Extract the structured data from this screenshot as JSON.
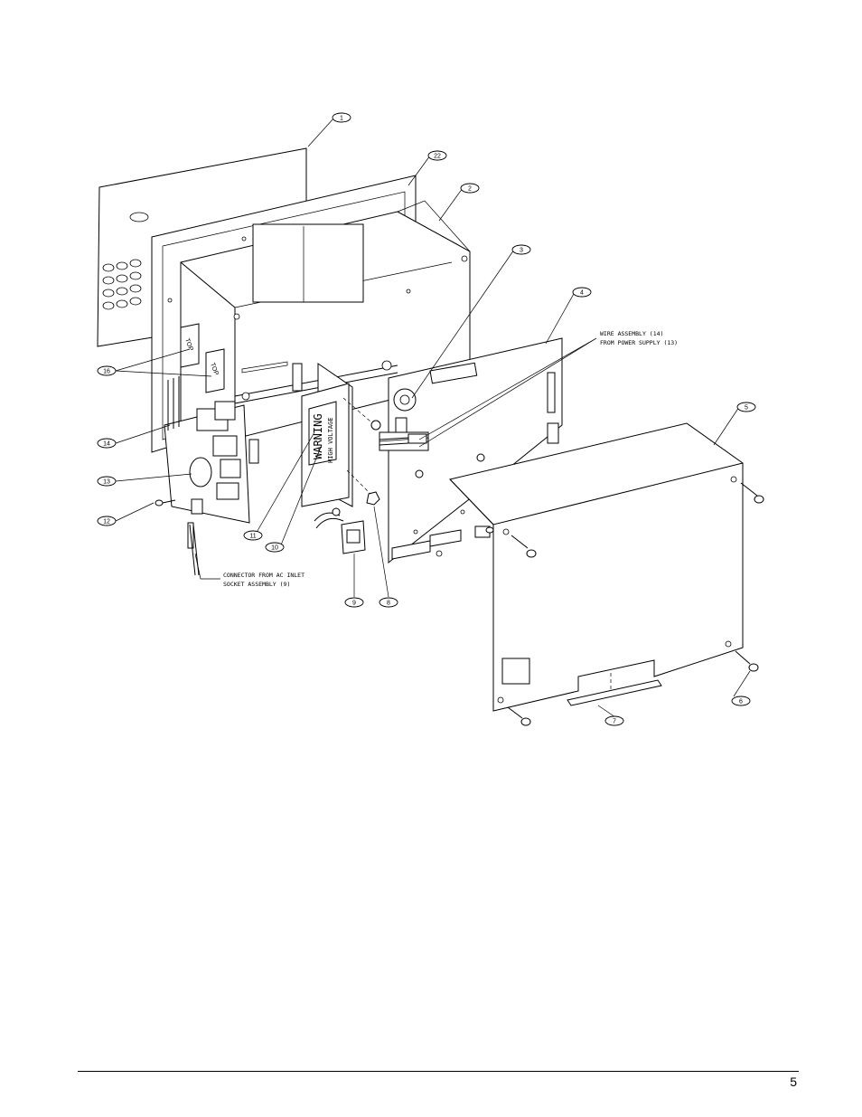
{
  "balloons": [
    {
      "id": "balloon-1",
      "label": "1"
    },
    {
      "id": "balloon-22",
      "label": "22"
    },
    {
      "id": "balloon-2",
      "label": "2"
    },
    {
      "id": "balloon-3",
      "label": "3"
    },
    {
      "id": "balloon-4",
      "label": "4"
    },
    {
      "id": "balloon-5",
      "label": "5"
    },
    {
      "id": "balloon-16",
      "label": "16"
    },
    {
      "id": "balloon-14",
      "label": "14"
    },
    {
      "id": "balloon-13",
      "label": "13"
    },
    {
      "id": "balloon-12",
      "label": "12"
    },
    {
      "id": "balloon-11",
      "label": "11"
    },
    {
      "id": "balloon-10",
      "label": "10"
    },
    {
      "id": "balloon-9",
      "label": "9"
    },
    {
      "id": "balloon-8",
      "label": "8"
    },
    {
      "id": "balloon-6",
      "label": "6"
    },
    {
      "id": "balloon-7",
      "label": "7"
    }
  ],
  "notes": {
    "wire_line1": "WIRE ASSEMBLY (14)",
    "wire_line2": "FROM POWER SUPPLY (13)",
    "connector_line1": "CONNECTOR FROM AC INLET",
    "connector_line2": "SOCKET ASSEMBLY (9)"
  },
  "labels": {
    "top_1": "TOP",
    "top_2": "TOP",
    "warning": "WARNING",
    "high_voltage": "HIGH VOLTAGE"
  },
  "footer": {
    "page_number": "5"
  }
}
